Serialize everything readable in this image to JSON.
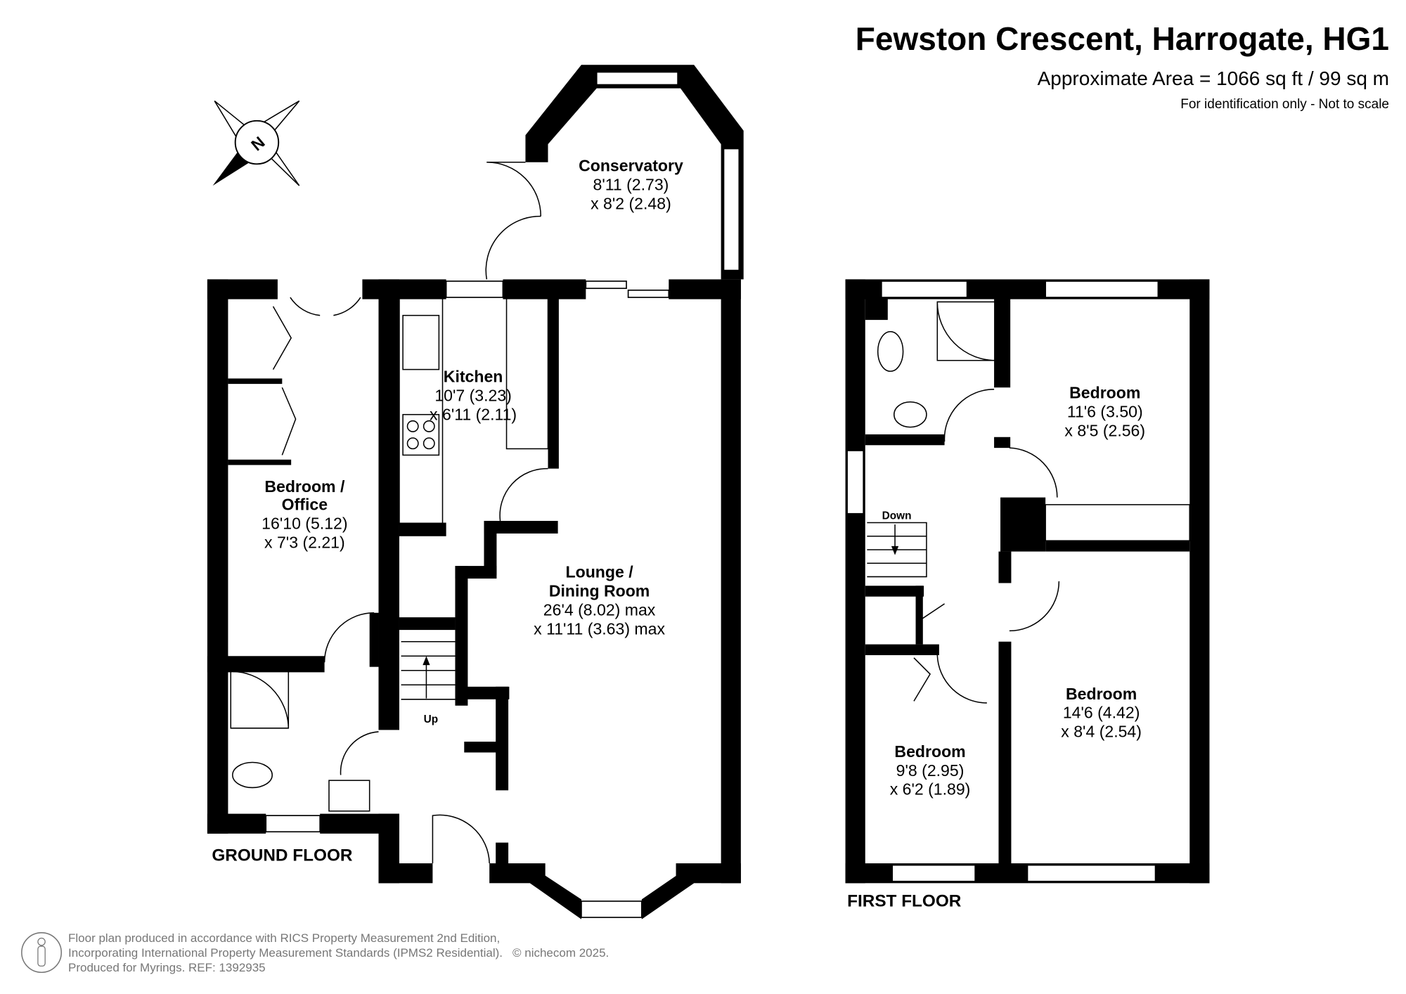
{
  "header": {
    "title": "Fewston Crescent, Harrogate, HG1",
    "area": "Approximate Area = 1066 sq ft / 99 sq m",
    "note": "For identification only - Not to scale"
  },
  "ground_floor": {
    "label": "GROUND FLOOR",
    "stairs_label": "Up",
    "rooms": [
      {
        "name": "Conservatory",
        "dims": [
          "8'11 (2.73)",
          "x 8'2 (2.48)"
        ]
      },
      {
        "name": "Kitchen",
        "dims": [
          "10'7 (3.23)",
          "x 6'11 (2.11)"
        ]
      },
      {
        "name": [
          "Bedroom /",
          "Office"
        ],
        "dims": [
          "16'10 (5.12)",
          "x 7'3 (2.21)"
        ]
      },
      {
        "name": [
          "Lounge /",
          "Dining Room"
        ],
        "dims": [
          "26'4 (8.02) max",
          "x 11'11 (3.63) max"
        ]
      }
    ]
  },
  "first_floor": {
    "label": "FIRST FLOOR",
    "stairs_label": "Down",
    "rooms": [
      {
        "name": "Bedroom",
        "dims": [
          "11'6 (3.50)",
          "x 8'5 (2.56)"
        ]
      },
      {
        "name": "Bedroom",
        "dims": [
          "14'6 (4.42)",
          "x 8'4 (2.54)"
        ]
      },
      {
        "name": "Bedroom",
        "dims": [
          "9'8 (2.95)",
          "x 6'2 (1.89)"
        ]
      }
    ]
  },
  "compass": {
    "label": "N"
  },
  "footer": {
    "lines": [
      "Floor plan produced in accordance with RICS Property Measurement 2nd Edition,",
      "Incorporating International Property Measurement Standards (IPMS2 Residential).",
      "Produced for Myrings.   REF: 1392935"
    ],
    "copyright": "© nichecom 2025."
  }
}
